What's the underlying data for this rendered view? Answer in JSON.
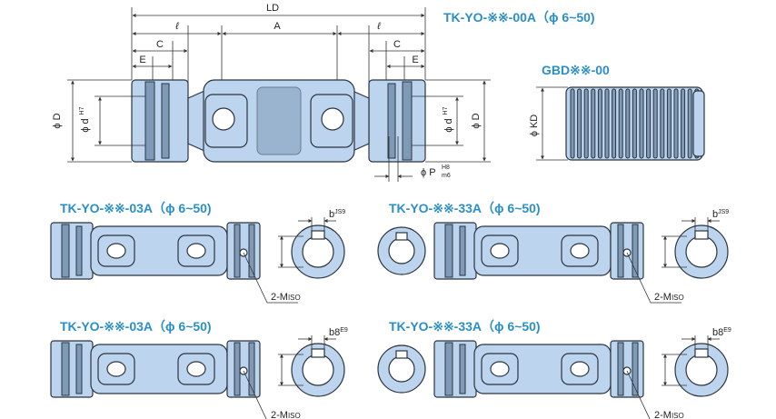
{
  "titles": {
    "main": "TK-YO-※※-00A（ϕ 6~50)",
    "bellows": "GBD※※-00",
    "variant_03a_top": "TK-YO-※※-03A（ϕ 6~50)",
    "variant_33a_top": "TK-YO-※※-33A（ϕ 6~50)",
    "variant_03a_bottom": "TK-YO-※※-03A（ϕ 6~50)",
    "variant_33a_bottom": "TK-YO-※※-33A（ϕ 6~50)"
  },
  "dimensions": {
    "LD": "LD",
    "l": "ℓ",
    "A": "A",
    "C": "C",
    "E": "E",
    "D": "ϕ D",
    "d": "ϕ d",
    "d_tol": "H7",
    "P": "ϕ P",
    "P_tol_top": "H8",
    "P_tol_bottom": "m6",
    "KD": "ϕ KD",
    "b": "b",
    "b_tol": "JS9",
    "b8": "b8",
    "b8_tol": "E9",
    "tap_prefix": "2-M",
    "tap_suffix": "ISO"
  },
  "colors": {
    "title": "#2a8fc6",
    "part_fill": "#bcd4ee",
    "part_shade": "#7f9ab7",
    "outline": "#2b3540"
  }
}
